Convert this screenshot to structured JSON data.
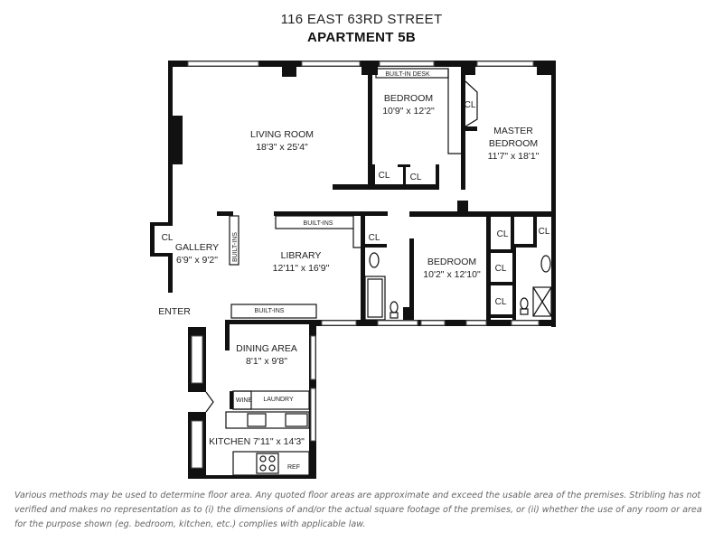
{
  "header": {
    "address": "116 EAST 63RD STREET",
    "apartment": "APARTMENT 5B"
  },
  "rooms": {
    "living_room": {
      "name": "LIVING ROOM",
      "dims": "18'3\" x 25'4\""
    },
    "bedroom_1": {
      "name": "BEDROOM",
      "dims": "10'9\" x 12'2\""
    },
    "master_bedroom": {
      "name": "MASTER",
      "name2": "BEDROOM",
      "dims": "11'7\" x 18'1\""
    },
    "gallery": {
      "name": "GALLERY",
      "dims": "6'9\" x 9'2\""
    },
    "library": {
      "name": "LIBRARY",
      "dims": "12'11\" x 16'9\""
    },
    "bedroom_2": {
      "name": "BEDROOM",
      "dims": "10'2\" x 12'10\""
    },
    "dining_area": {
      "name": "DINING AREA",
      "dims": "8'1\" x 9'8\""
    },
    "kitchen": {
      "label": "KITCHEN 7'11\" x 14'3\""
    }
  },
  "labels": {
    "built_in_desk": "BUILT-IN DESK",
    "built_ins": "BUILT-INS",
    "built_ins_2": "BUILT-INS",
    "built_ins_vertical": "BUILT-INS",
    "closet": "CL",
    "enter": "ENTER",
    "wine": "WINE",
    "laundry": "LAUNDRY",
    "ref": "REF"
  },
  "disclaimer": "Various methods may be used to determine floor area. Any quoted floor areas are approximate and exceed the usable area of the premises. Stribling has not verified and makes no representation as to (i) the dimensions of and/or the actual square footage of the premises, or (ii) whether the use of any room or area for the purpose shown (eg. bedroom, kitchen, etc.) complies with applicable law."
}
